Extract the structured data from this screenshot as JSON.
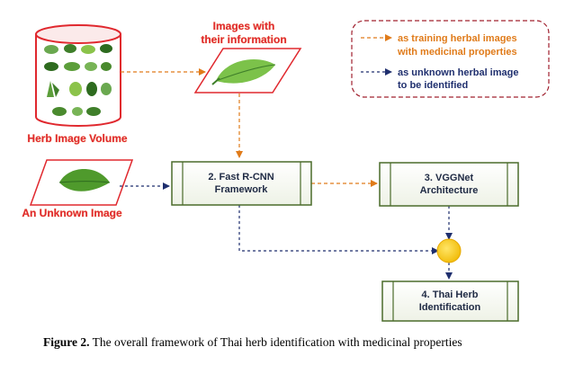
{
  "labels": {
    "herb_volume": "Herb Image Volume",
    "unknown_image": "An Unknown Image",
    "images_info_line1": "Images with",
    "images_info_line2": "their information"
  },
  "boxes": {
    "fast_rcnn_line1": "2. Fast R-CNN",
    "fast_rcnn_line2": "Framework",
    "vggnet_line1": "3. VGGNet",
    "vggnet_line2": "Architecture",
    "thai_herb_line1": "4. Thai Herb",
    "thai_herb_line2": "Identification"
  },
  "legend": {
    "orange_line1": "as training herbal images",
    "orange_line2": "with medicinal properties",
    "blue_line1": "as unknown herbal image",
    "blue_line2": "to be identified"
  },
  "caption": {
    "label": "Figure 2.",
    "text": " The overall framework of Thai herb identification with medicinal properties"
  },
  "colors": {
    "orange_arrow": "#e07b1a",
    "blue_arrow": "#1f2f6e",
    "box_border": "#4a6b2a",
    "merge_dot": "#f5c200",
    "cylinder_border": "#e0282e",
    "leaf_green": "#4f9a2c"
  },
  "icons": {
    "cylinder": "herb-cylinder-icon",
    "leaf": "leaf-icon",
    "merge": "merge-dot-icon"
  }
}
